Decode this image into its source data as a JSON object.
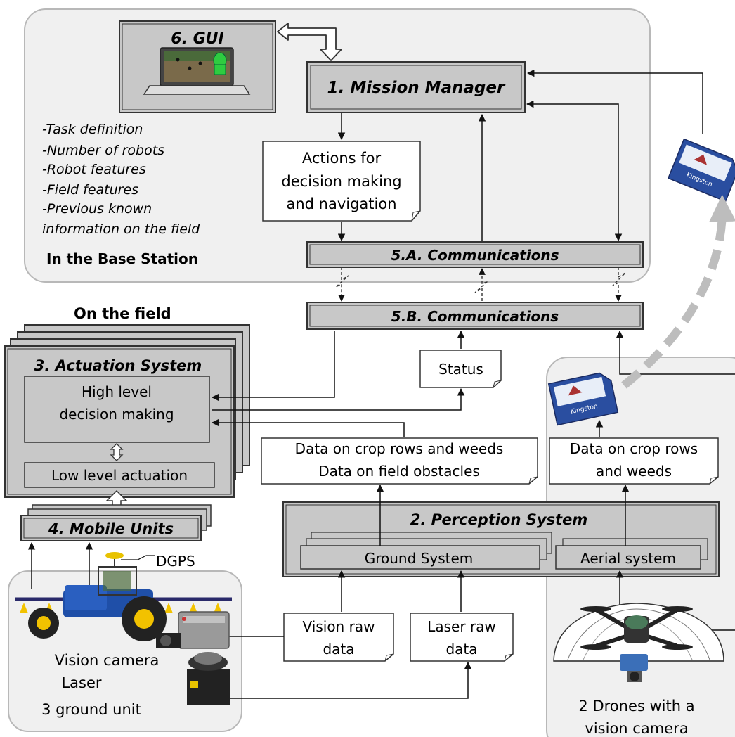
{
  "base_station": {
    "label": "In the Base Station",
    "gui_title": "6. GUI",
    "notes": [
      "-Task definition",
      "-Number of robots",
      "-Robot features",
      "-Field features",
      "-Previous known",
      "information on the field"
    ]
  },
  "field_label": "On the field",
  "mission_manager": "1. Mission Manager",
  "actions_note": [
    "Actions for",
    "decision making",
    "and navigation"
  ],
  "comm_a": "5.A. Communications",
  "comm_b": "5.B. Communications",
  "status": "Status",
  "actuation": {
    "title": "3. Actuation System",
    "high_level": [
      "High level",
      "decision making"
    ],
    "low_level": "Low level actuation"
  },
  "mobile_units": "4. Mobile Units",
  "perception": {
    "title": "2. Perception System",
    "ground": "Ground System",
    "aerial": "Aerial system"
  },
  "ground_data": [
    "Data on crop rows and weeds",
    "Data on field obstacles"
  ],
  "aerial_data": [
    "Data on crop rows",
    "and weeds"
  ],
  "vision_raw": [
    "Vision raw",
    "data"
  ],
  "laser_raw": [
    "Laser raw",
    "data"
  ],
  "ground_unit": {
    "dgps": "DGPS",
    "lines": [
      "Vision camera",
      "Laser",
      "3 ground unit"
    ]
  },
  "drones": [
    "2 Drones with a",
    "vision camera"
  ],
  "sd_card_text": "Kingston",
  "colors": {
    "box_fill": "#c8c8c8",
    "region_fill": "#f0f0f0",
    "region_stroke": "#b8b8b8",
    "dashed_arrow": "#bdbdbd",
    "tractor_blue": "#1f4fa8",
    "sd_blue": "#2a4ea0"
  }
}
